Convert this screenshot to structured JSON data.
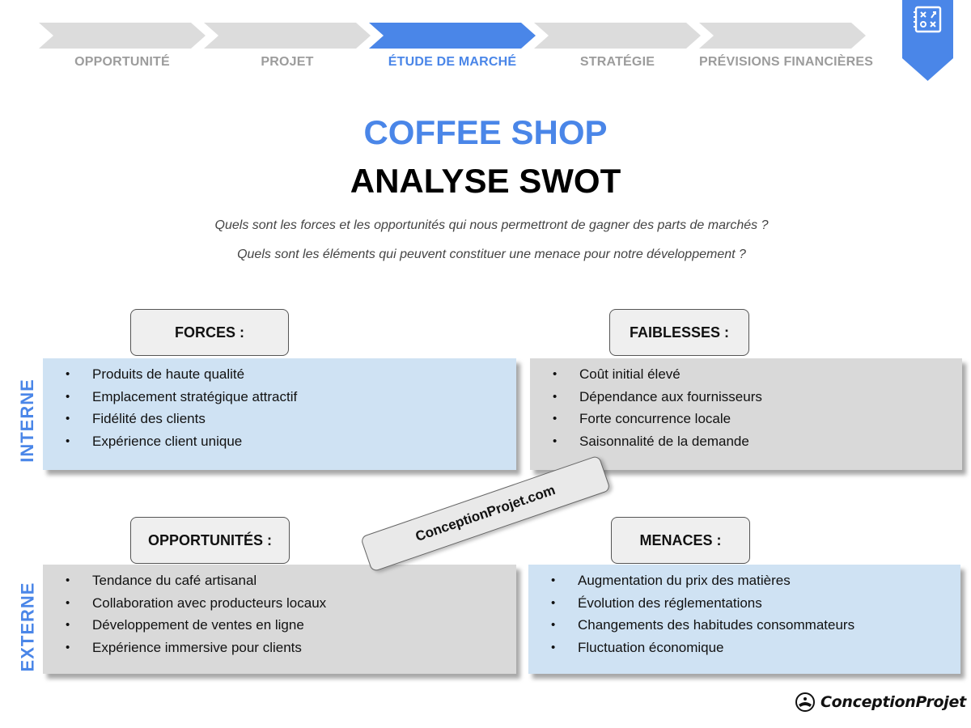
{
  "steps": [
    {
      "label": "OPPORTUNITÉ",
      "active": false
    },
    {
      "label": "PROJET",
      "active": false
    },
    {
      "label": "ÉTUDE DE MARCHÉ",
      "active": true
    },
    {
      "label": "STRATÉGIE",
      "active": false
    },
    {
      "label": "PRÉVISIONS FINANCIÈRES",
      "active": false
    }
  ],
  "header": {
    "title": "COFFEE SHOP",
    "subtitle": "ANALYSE SWOT",
    "question_1": "Quels sont les forces et les opportunités qui nous permettront de gagner des parts de marchés ?",
    "question_2": "Quels sont les éléments qui peuvent constituer une menace pour notre développement ?"
  },
  "axis": {
    "internal": "INTERNE",
    "external": "EXTERNE"
  },
  "forces": {
    "title": "FORCES :",
    "items": [
      "Produits de haute qualité",
      "Emplacement stratégique attractif",
      "Fidélité des clients",
      "Expérience client unique"
    ]
  },
  "faiblesses": {
    "title": "FAIBLESSES :",
    "items": [
      "Coût initial élevé",
      "Dépendance aux fournisseurs",
      "Forte concurrence locale",
      "Saisonnalité de la demande"
    ]
  },
  "opportunites": {
    "title": "OPPORTUNITÉS :",
    "items": [
      "Tendance du café artisanal",
      "Collaboration avec producteurs locaux",
      "Développement de ventes en ligne",
      "Expérience immersive pour clients"
    ]
  },
  "menaces": {
    "title": "MENACES :",
    "items": [
      "Augmentation du prix des matières",
      "Évolution des réglementations",
      "Changements des habitudes consommateurs",
      "Fluctuation économique"
    ]
  },
  "bullet": "•",
  "watermark": "ConceptionProjet.com",
  "logo": {
    "text": "ConceptionProjet",
    "icon": "conceptionprojet-logo-icon"
  },
  "bookmark_icon": "strategy-board-icon",
  "colors": {
    "accent": "#4a86e8",
    "blue_box": "#cfe2f3",
    "grey_box": "#d9d9d9",
    "inactive_step": "#dcdcdc"
  }
}
